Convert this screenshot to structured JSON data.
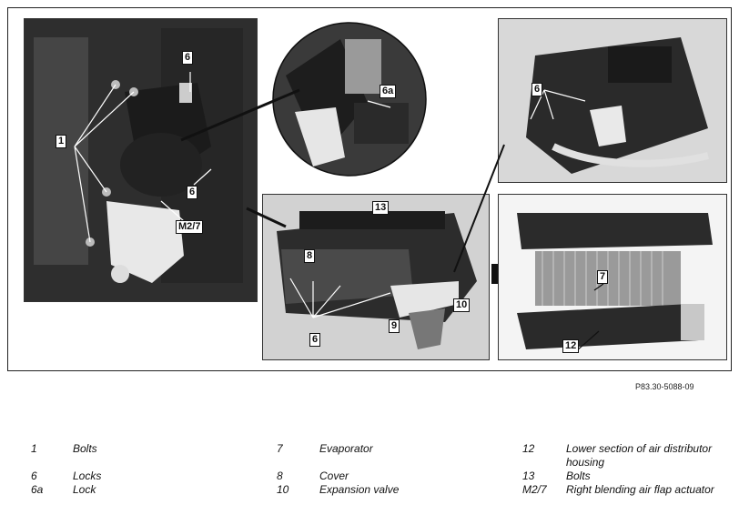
{
  "figure_ref": "P83.30-5088-09",
  "callouts": {
    "c1": "1",
    "c6_top": "6",
    "c6_side": "6",
    "c6_circle_right": "6a",
    "c_m27": "M2/7",
    "c13": "13",
    "c8": "8",
    "c10": "10",
    "c9": "9",
    "c6_bottom": "6",
    "c6_right": "6",
    "c7": "7",
    "c12": "12"
  },
  "legend": [
    [
      {
        "num": "1",
        "text": "Bolts"
      },
      {
        "num": "7",
        "text": "Evaporator"
      },
      {
        "num": "12",
        "text": "Lower section of air distributor",
        "text2": "housing"
      }
    ],
    [
      {
        "num": "6",
        "text": "Locks"
      },
      {
        "num": "8",
        "text": "Cover"
      },
      {
        "num": "13",
        "text": "Bolts"
      }
    ],
    [
      {
        "num": "6a",
        "text": "Lock"
      },
      {
        "num": "10",
        "text": "Expansion valve"
      },
      {
        "num": "M2/7",
        "text": "Right blending air flap actuator"
      }
    ]
  ]
}
